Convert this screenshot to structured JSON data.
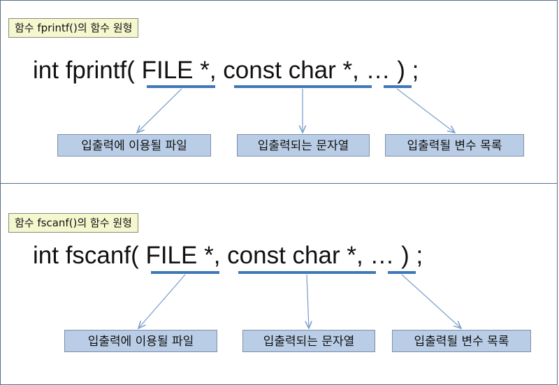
{
  "fprintf_section": {
    "title": "함수 fprintf()의 함수 원형",
    "prototype": "int fprintf( FILE *, const char *, … ) ;",
    "labels": {
      "file": "입출력에 이용될 파일",
      "format": "입출력되는 문자열",
      "args": "입출력될 변수 목록"
    }
  },
  "fscanf_section": {
    "title": "함수 fscanf()의 함수 원형",
    "prototype": "int fscanf( FILE *, const char *, … ) ;",
    "labels": {
      "file": "입출력에 이용될 파일",
      "format": "입출력되는 문자열",
      "args": "입출력될 변수 목록"
    }
  },
  "colors": {
    "underline": "#3f78b8",
    "arrow": "#7fa3cc",
    "label_fill": "#b9cde6",
    "title_fill": "#f5f7cf"
  }
}
